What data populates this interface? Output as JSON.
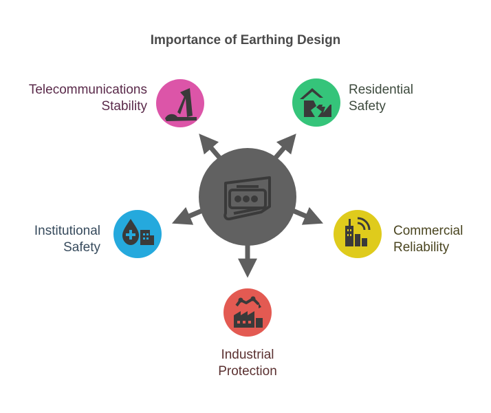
{
  "title": "Importance of Earthing Design",
  "center": {
    "icon": "circuit-board-icon",
    "color": "#616161"
  },
  "arrow_color": "#5f5f5f",
  "nodes": {
    "telecom": {
      "line1": "Telecommunications",
      "line2": "Stability",
      "icon": "satellite-dish-icon",
      "color": "#dc55a8"
    },
    "residential": {
      "line1": "Residential",
      "line2": "Safety",
      "icon": "damaged-house-icon",
      "color": "#35c47a"
    },
    "institutional": {
      "line1": "Institutional",
      "line2": "Safety",
      "icon": "medical-building-icon",
      "color": "#25a9dd"
    },
    "commercial": {
      "line1": "Commercial",
      "line2": "Reliability",
      "icon": "signal-buildings-icon",
      "color": "#dfcb1c"
    },
    "industrial": {
      "line1": "Industrial",
      "line2": "Protection",
      "icon": "factory-robot-icon",
      "color": "#e35a52"
    }
  }
}
